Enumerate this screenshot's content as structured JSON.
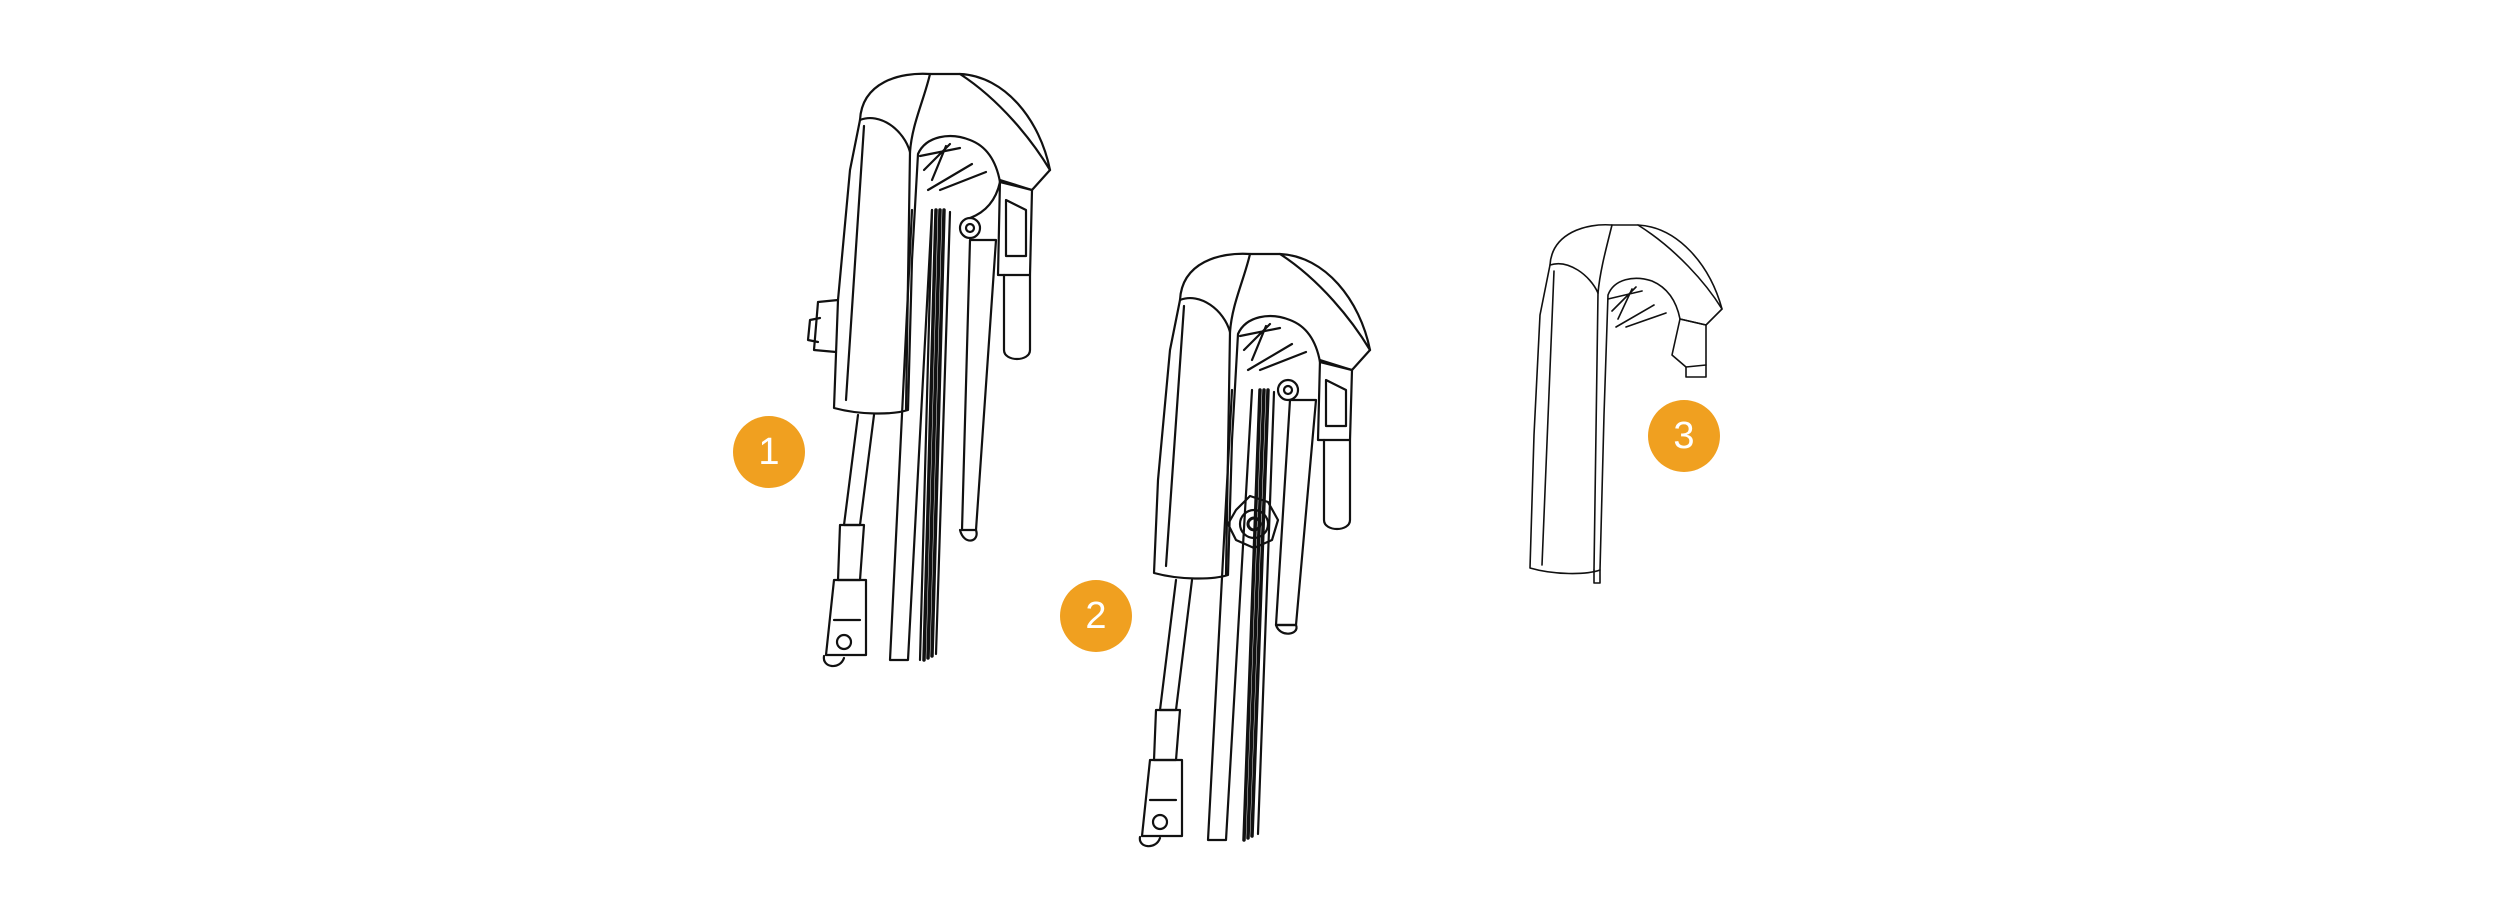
{
  "figure": {
    "callouts": [
      {
        "number": "1",
        "part": "armrest-assembly-with-mounting-bracket"
      },
      {
        "number": "2",
        "part": "armrest-assembly-with-star-knob"
      },
      {
        "number": "3",
        "part": "armrest-pad"
      }
    ],
    "colors": {
      "badge": "#F0A020",
      "line": "#111111",
      "background": "#FFFFFF"
    }
  }
}
